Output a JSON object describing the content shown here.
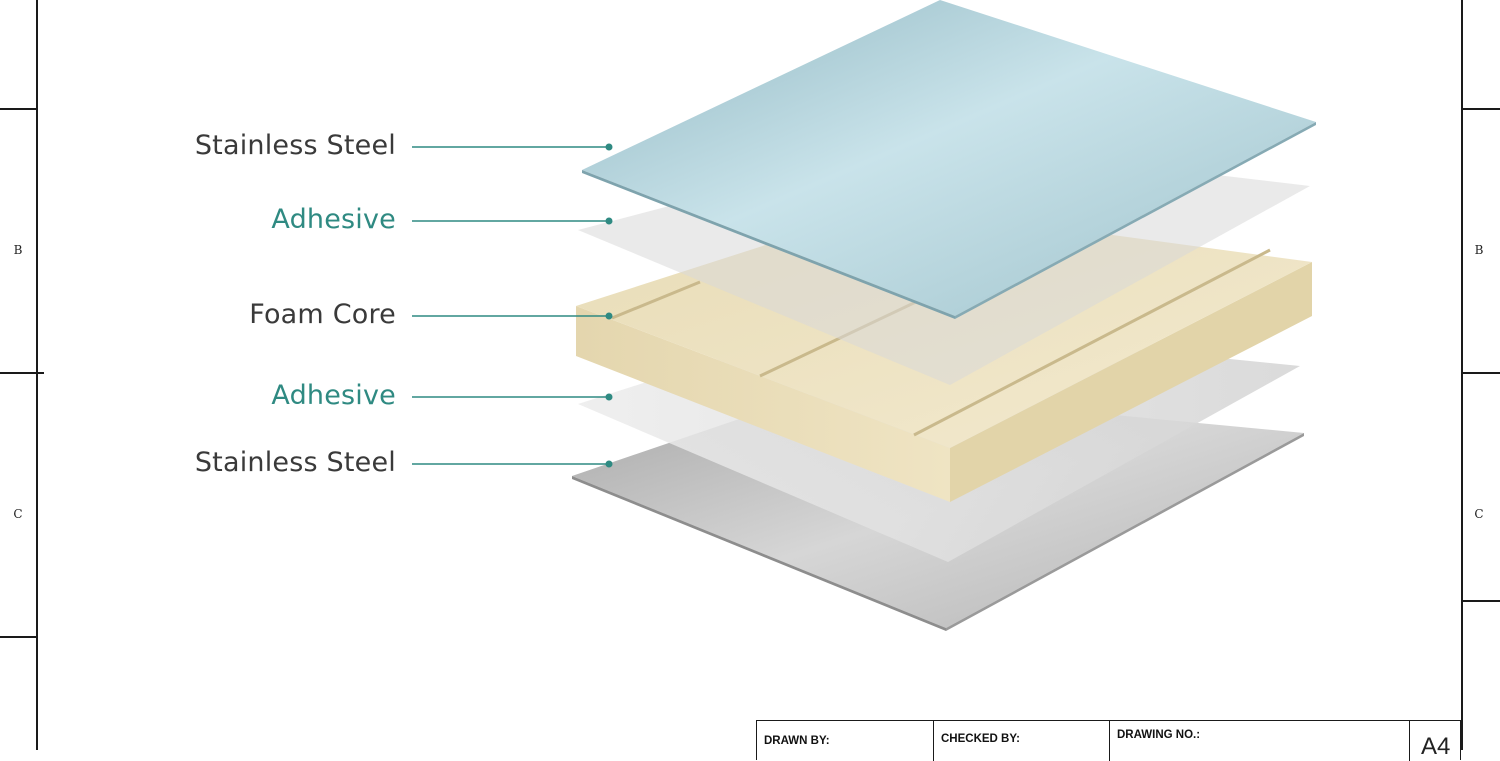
{
  "layers": [
    {
      "label": "Stainless Steel",
      "kind": "steel"
    },
    {
      "label": "Adhesive",
      "kind": "adhesive"
    },
    {
      "label": "Foam Core",
      "kind": "foam"
    },
    {
      "label": "Adhesive",
      "kind": "adhesive"
    },
    {
      "label": "Stainless Steel",
      "kind": "steel"
    }
  ],
  "zones": {
    "left": [
      "B",
      "C"
    ],
    "right": [
      "B",
      "C"
    ]
  },
  "title_block": {
    "drawn_by": "DRAWN BY:",
    "checked_by": "CHECKED BY:",
    "drawing_no": "DRAWING NO.:",
    "sheet_size": "A4"
  },
  "colors": {
    "label_steel": "#3a3a3a",
    "label_adhesive": "#2f8a82",
    "leader": "#2f8a82",
    "steel_top": "#a9cdd5",
    "steel_bottom": "#b9b9b9",
    "adhesive": "#d9d9d9",
    "foam": "#eee2bf"
  }
}
